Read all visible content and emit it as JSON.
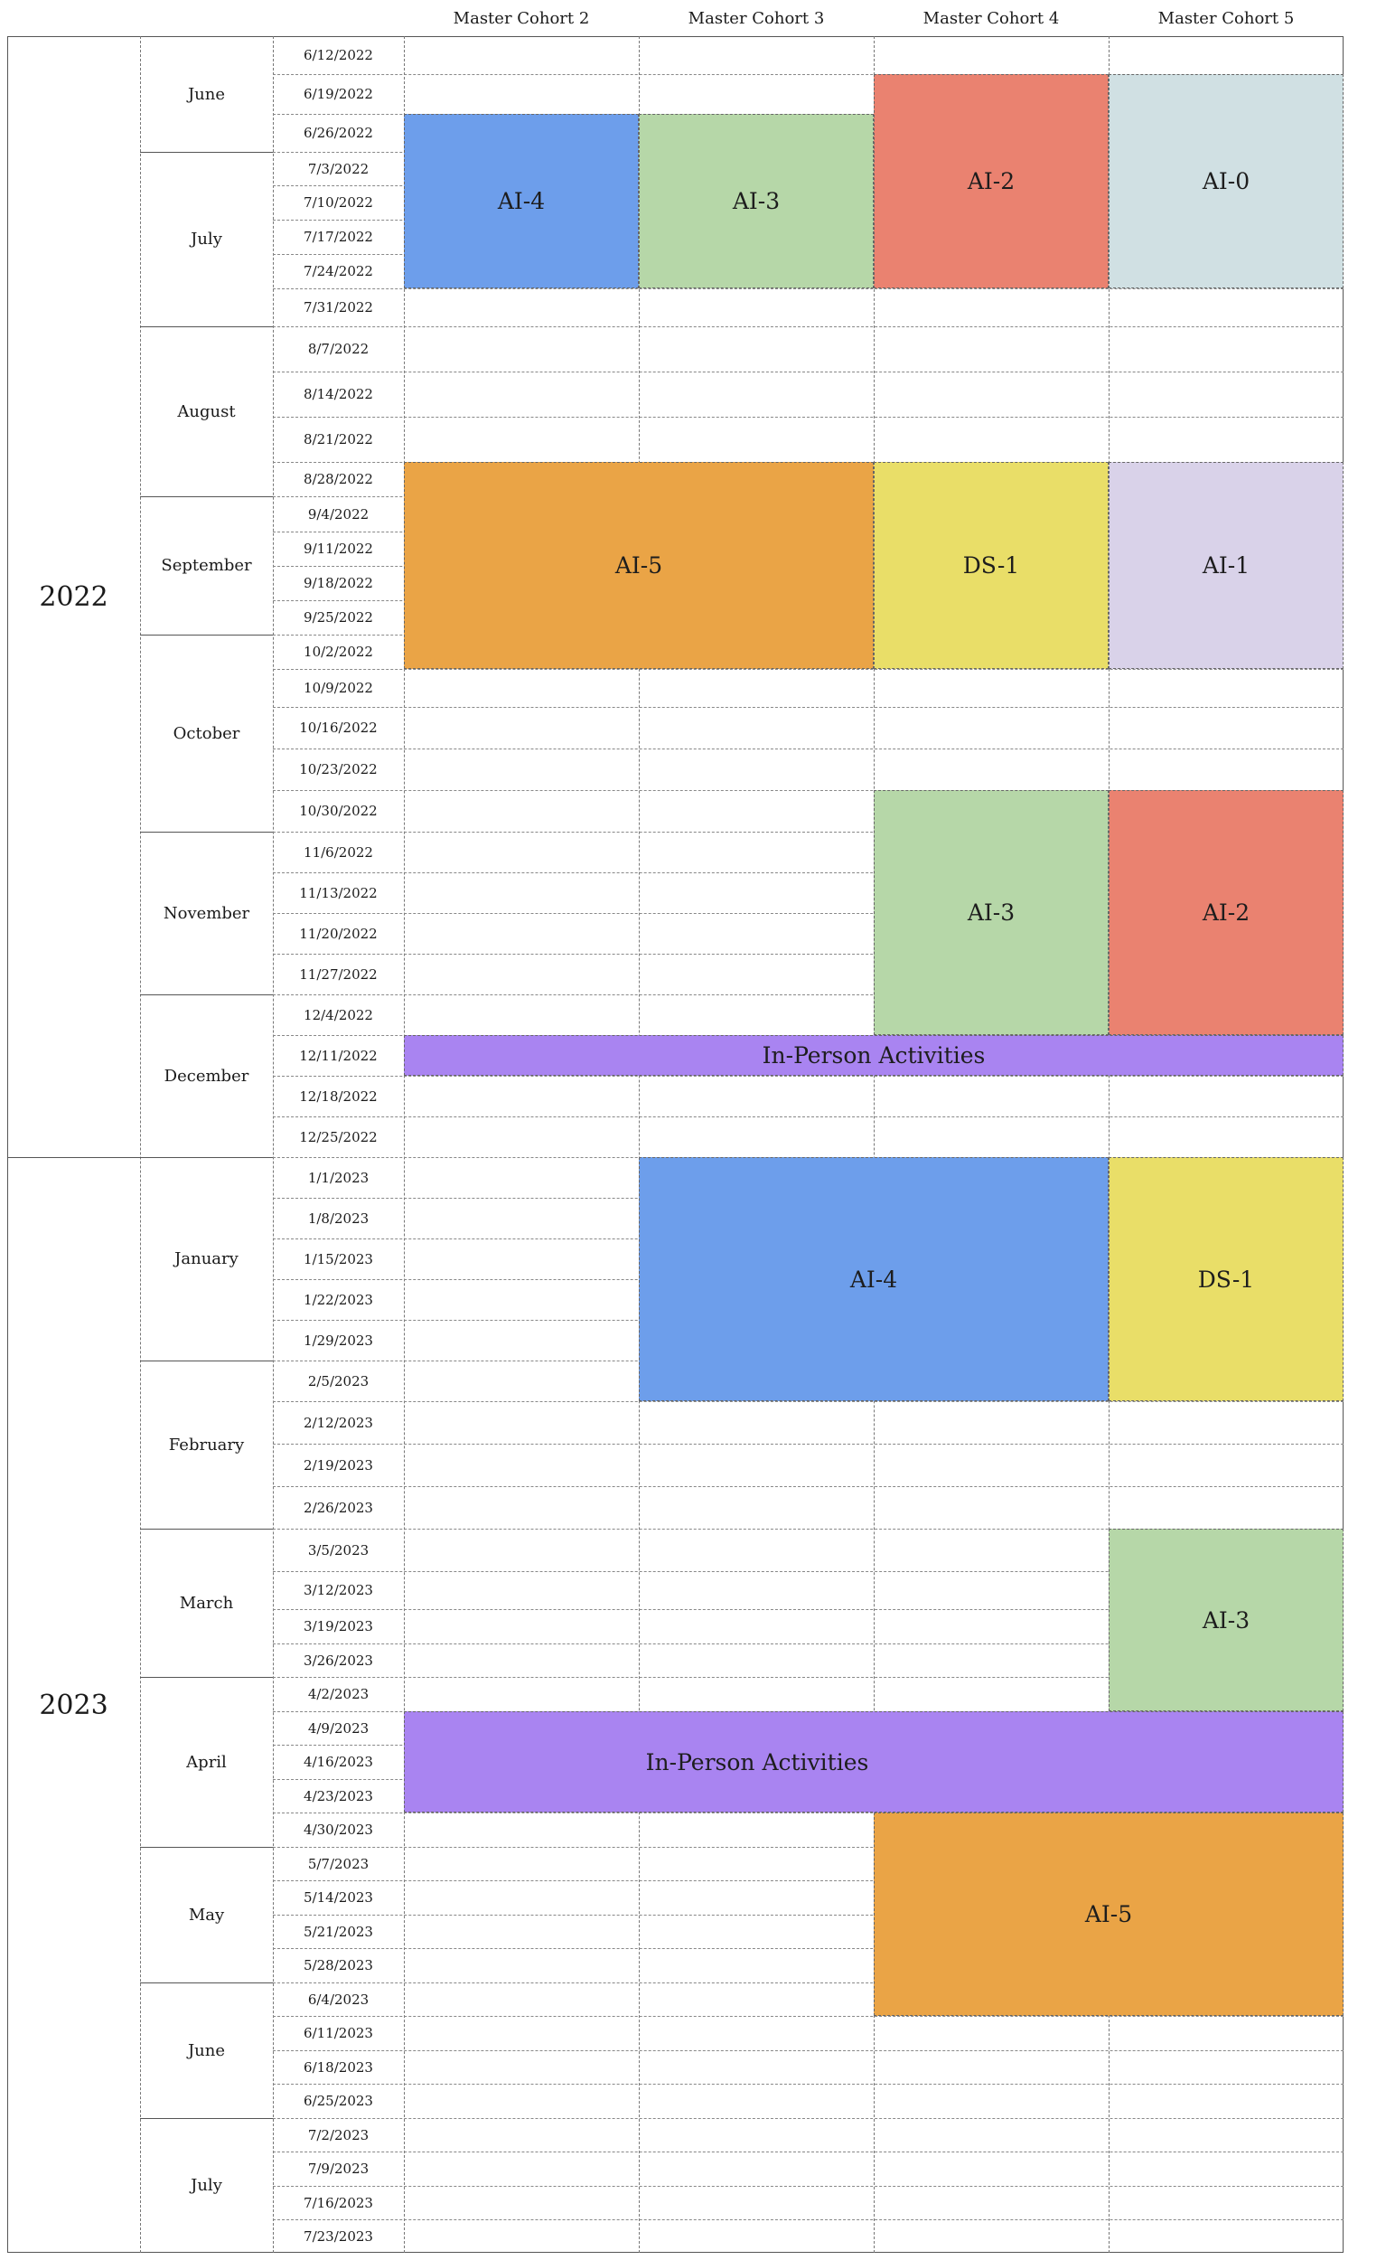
{
  "headers": [
    "Master Cohort 2",
    "Master Cohort 3",
    "Master Cohort 4",
    "Master Cohort 5"
  ],
  "years": [
    {
      "label": "2022",
      "from": 0,
      "to": 28
    },
    {
      "label": "2023",
      "from": 29,
      "to": 58
    }
  ],
  "months": [
    {
      "label": "June",
      "from": 0,
      "to": 2
    },
    {
      "label": "July",
      "from": 3,
      "to": 7
    },
    {
      "label": "August",
      "from": 8,
      "to": 11
    },
    {
      "label": "September",
      "from": 12,
      "to": 15
    },
    {
      "label": "October",
      "from": 16,
      "to": 20
    },
    {
      "label": "November",
      "from": 21,
      "to": 24
    },
    {
      "label": "December",
      "from": 25,
      "to": 28
    },
    {
      "label": "January",
      "from": 29,
      "to": 33
    },
    {
      "label": "February",
      "from": 34,
      "to": 37
    },
    {
      "label": "March",
      "from": 38,
      "to": 41
    },
    {
      "label": "April",
      "from": 42,
      "to": 46
    },
    {
      "label": "May",
      "from": 47,
      "to": 50
    },
    {
      "label": "June",
      "from": 51,
      "to": 54
    },
    {
      "label": "July",
      "from": 55,
      "to": 58
    }
  ],
  "dates": [
    "6/12/2022",
    "6/19/2022",
    "6/26/2022",
    "7/3/2022",
    "7/10/2022",
    "7/17/2022",
    "7/24/2022",
    "7/31/2022",
    "8/7/2022",
    "8/14/2022",
    "8/21/2022",
    "8/28/2022",
    "9/4/2022",
    "9/11/2022",
    "9/18/2022",
    "9/25/2022",
    "10/2/2022",
    "10/9/2022",
    "10/16/2022",
    "10/23/2022",
    "10/30/2022",
    "11/6/2022",
    "11/13/2022",
    "11/20/2022",
    "11/27/2022",
    "12/4/2022",
    "12/11/2022",
    "12/18/2022",
    "12/25/2022",
    "1/1/2023",
    "1/8/2023",
    "1/15/2023",
    "1/22/2023",
    "1/29/2023",
    "2/5/2023",
    "2/12/2023",
    "2/19/2023",
    "2/26/2023",
    "3/5/2023",
    "3/12/2023",
    "3/19/2023",
    "3/26/2023",
    "4/2/2023",
    "4/9/2023",
    "4/16/2023",
    "4/23/2023",
    "4/30/2023",
    "5/7/2023",
    "5/14/2023",
    "5/21/2023",
    "5/28/2023",
    "6/4/2023",
    "6/11/2023",
    "6/18/2023",
    "6/25/2023",
    "7/2/2023",
    "7/9/2023",
    "7/16/2023",
    "7/23/2023"
  ],
  "blocks": [
    {
      "label": "AI-4",
      "color": "#6d9eeb",
      "col": 0,
      "span": 1,
      "from": "6/26/2022",
      "to": "7/24/2022"
    },
    {
      "label": "AI-3",
      "color": "#b6d7a8",
      "col": 1,
      "span": 1,
      "from": "6/26/2022",
      "to": "7/24/2022"
    },
    {
      "label": "AI-2",
      "color": "#ea8270",
      "col": 2,
      "span": 1,
      "from": "6/19/2022",
      "to": "7/24/2022"
    },
    {
      "label": "AI-0",
      "color": "#d0e0e3",
      "col": 3,
      "span": 1,
      "from": "6/19/2022",
      "to": "7/24/2022"
    },
    {
      "label": "AI-5",
      "color": "#eaa446",
      "col": 0,
      "span": 2,
      "from": "8/28/2022",
      "to": "10/2/2022"
    },
    {
      "label": "DS-1",
      "color": "#e9de68",
      "col": 2,
      "span": 1,
      "from": "8/28/2022",
      "to": "10/2/2022"
    },
    {
      "label": "AI-1",
      "color": "#d9d2e9",
      "col": 3,
      "span": 1,
      "from": "8/28/2022",
      "to": "10/2/2022"
    },
    {
      "label": "AI-3",
      "color": "#b6d7a8",
      "col": 2,
      "span": 1,
      "from": "10/30/2022",
      "to": "12/4/2022"
    },
    {
      "label": "AI-2",
      "color": "#ea8270",
      "col": 3,
      "span": 1,
      "from": "10/30/2022",
      "to": "12/4/2022"
    },
    {
      "label": "In-Person Activities",
      "color": "#a984f1",
      "col": 0,
      "span": 4,
      "from": "12/11/2022",
      "to": "12/11/2022"
    },
    {
      "label": "AI-4",
      "color": "#6d9eeb",
      "col": 1,
      "span": 2,
      "from": "1/1/2023",
      "to": "2/5/2023"
    },
    {
      "label": "DS-1",
      "color": "#e9de68",
      "col": 3,
      "span": 1,
      "from": "1/1/2023",
      "to": "2/5/2023"
    },
    {
      "label": "AI-3",
      "color": "#b6d7a8",
      "col": 3,
      "span": 1,
      "from": "3/5/2023",
      "to": "4/2/2023"
    },
    {
      "label": "In-Person Activities",
      "color": "#a984f1",
      "col": 0,
      "span": 4,
      "from": "4/9/2023",
      "to": "4/23/2023",
      "label_span": 3
    },
    {
      "label": "AI-5",
      "color": "#eaa446",
      "col": 2,
      "span": 2,
      "from": "4/30/2023",
      "to": "6/4/2023"
    }
  ]
}
